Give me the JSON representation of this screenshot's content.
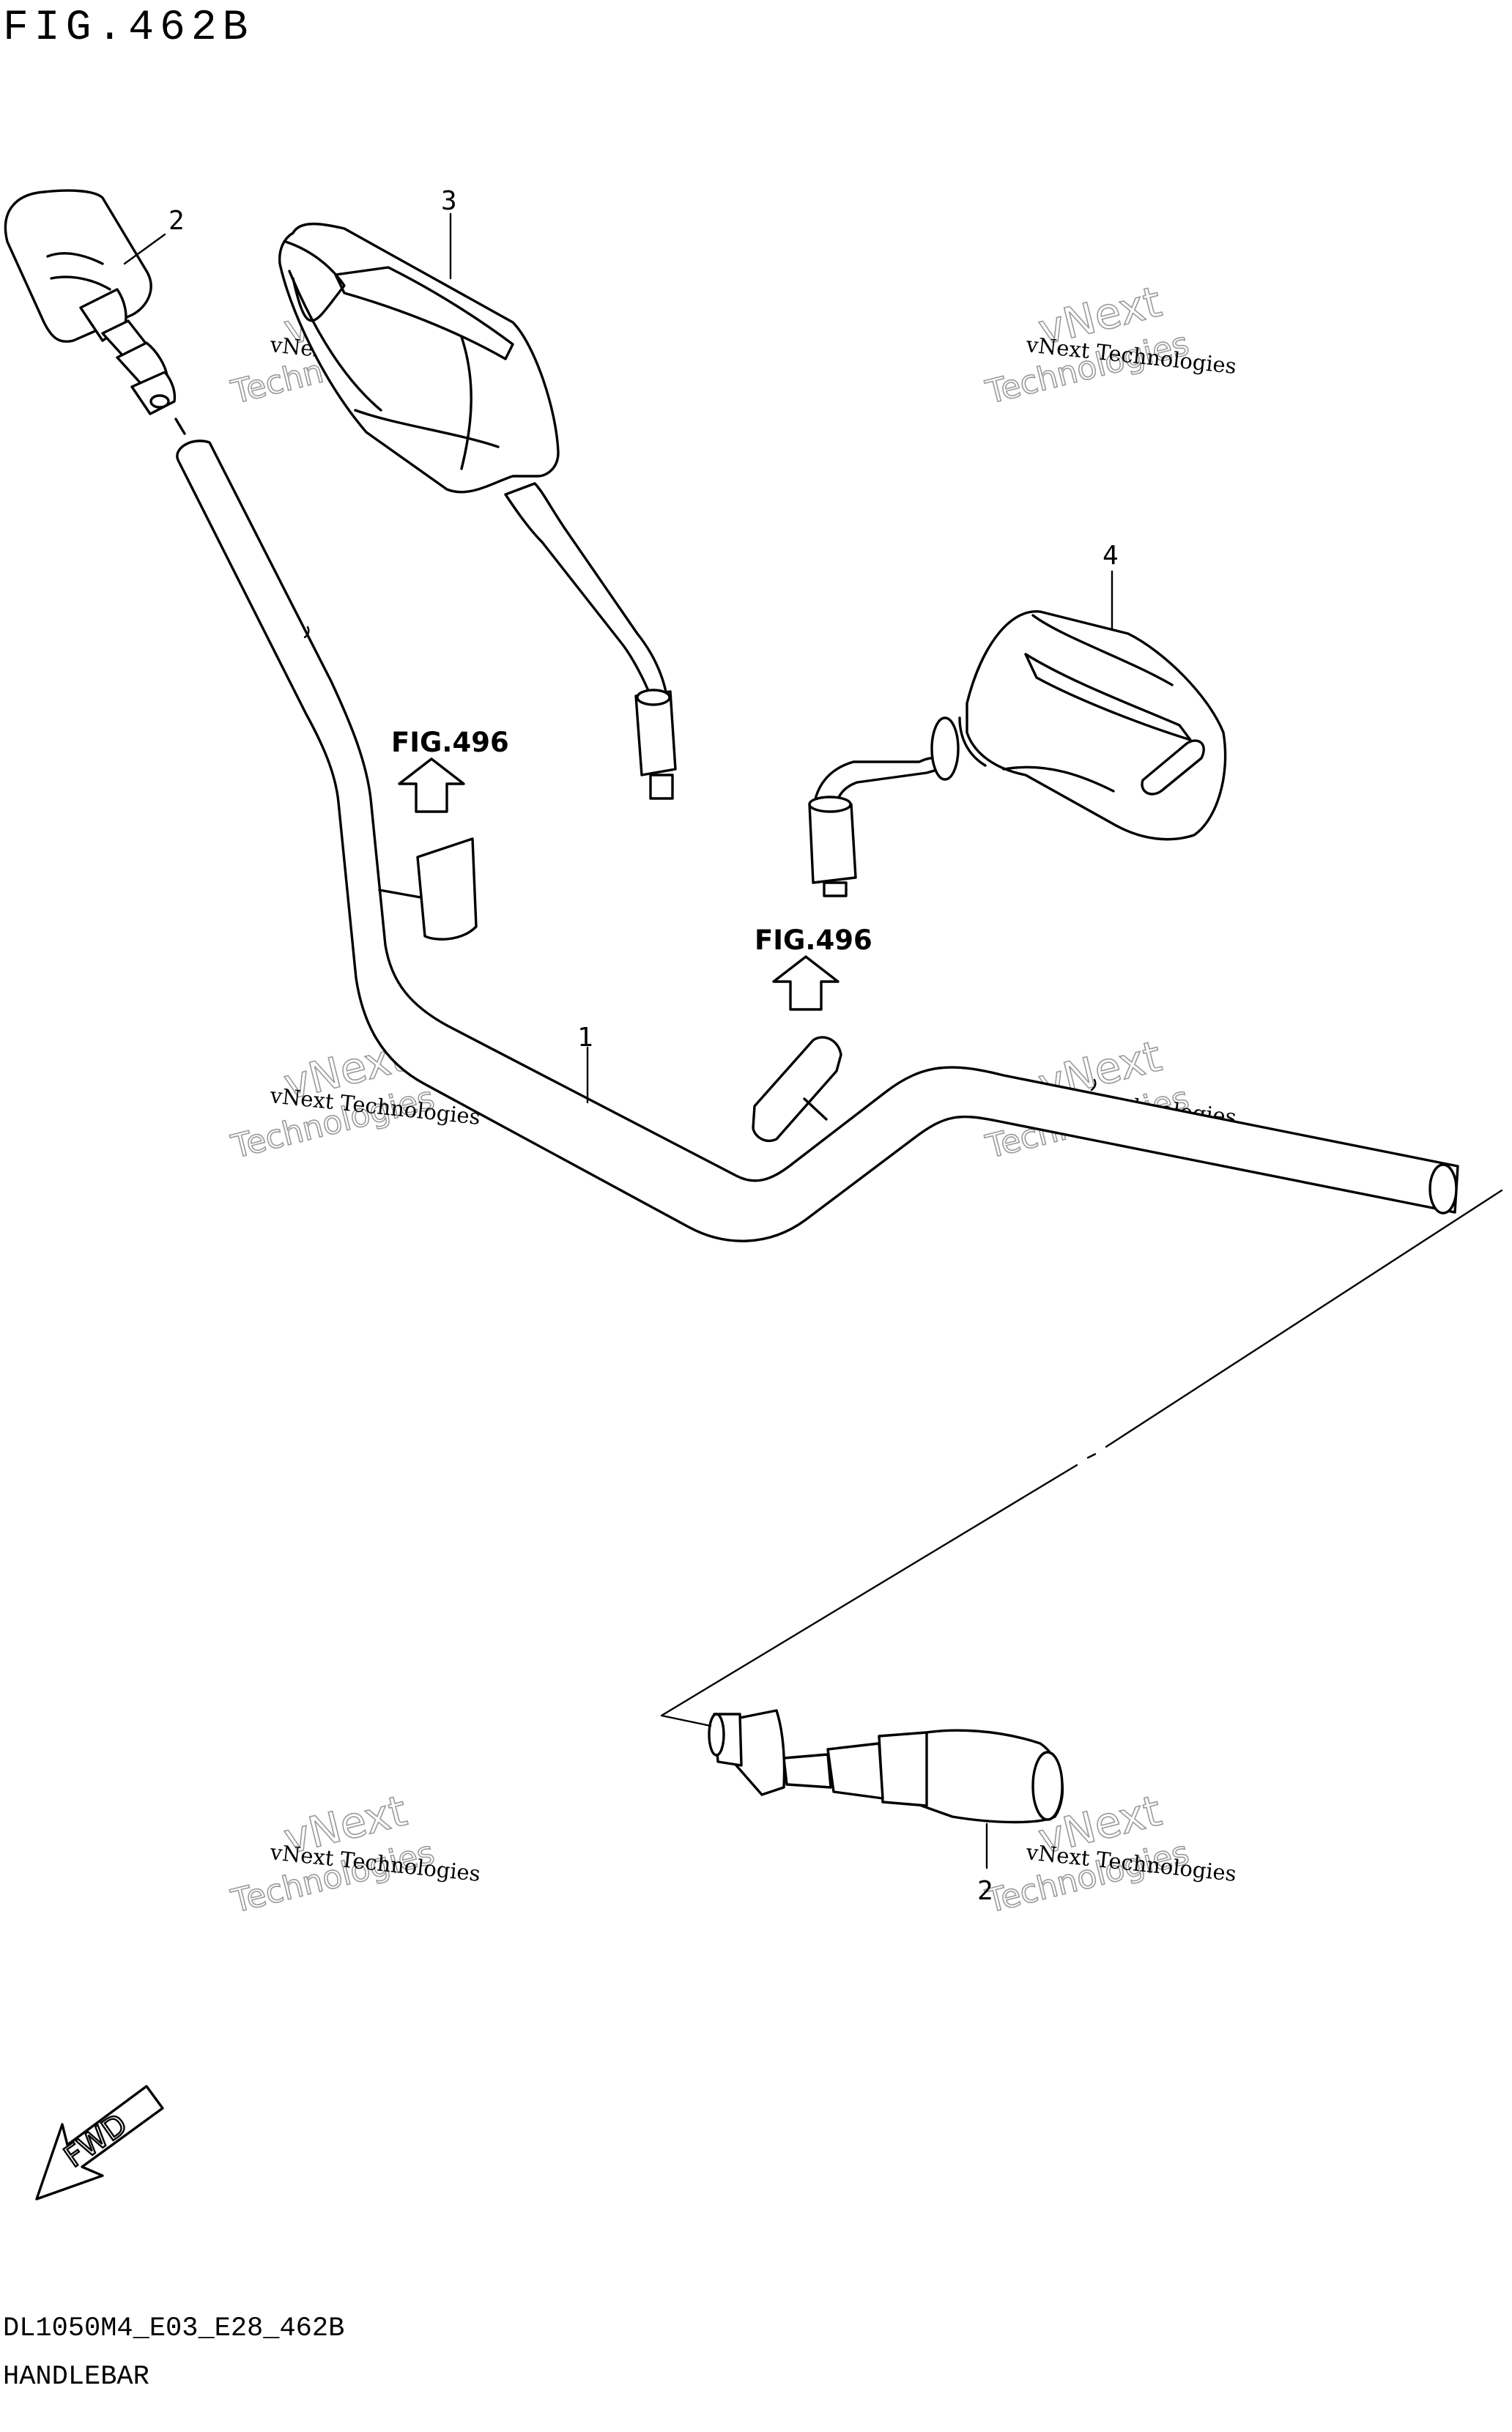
{
  "figure": {
    "title": "FIG.462B",
    "code": "DL1050M4_E03_E28_462B",
    "name": "HANDLEBAR"
  },
  "callouts": [
    {
      "id": "handlebar",
      "number": "1"
    },
    {
      "id": "balancer-left",
      "number": "2"
    },
    {
      "id": "balancer-right",
      "number": "2"
    },
    {
      "id": "mirror-right",
      "number": "3"
    },
    {
      "id": "mirror-left",
      "number": "4"
    }
  ],
  "references": [
    {
      "label": "FIG.496"
    },
    {
      "label": "FIG.496"
    }
  ],
  "watermark": {
    "line1": "vNext Technologies",
    "line2": "vNext",
    "line3": "Technologies"
  },
  "direction": {
    "label": "FWD",
    "icon": "forward-arrow-icon"
  }
}
